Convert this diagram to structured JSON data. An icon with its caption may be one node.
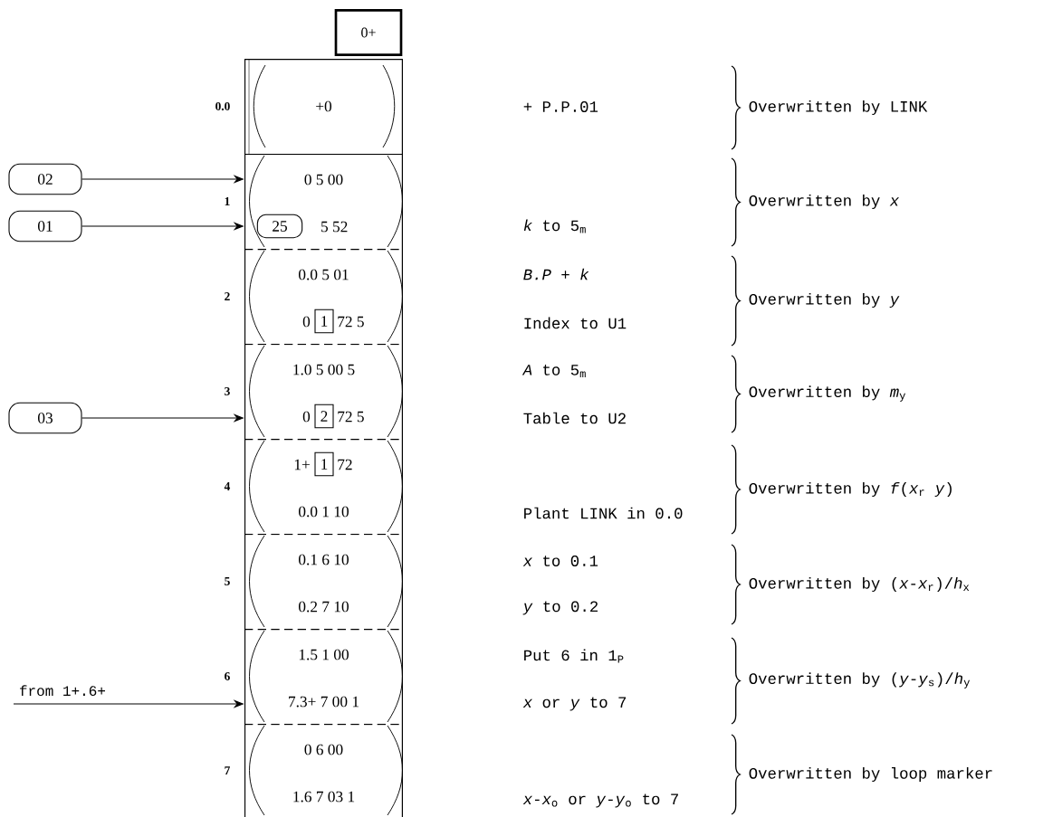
{
  "diagram": {
    "nodes": [
      {
        "text": [
          "0+"
        ]
      },
      {
        "text": [
          "+0"
        ],
        "beside": [
          "0.0"
        ]
      },
      {
        "text": [
          "02"
        ]
      },
      {
        "text": [
          "01"
        ]
      },
      {
        "text": [
          "0 5 00",
          "5 52"
        ],
        "beside": [
          "1"
        ]
      },
      {
        "text": [
          "25"
        ],
        "in": 4
      },
      {
        "text": [
          "0.0 5 01",
          "0",
          "72 5"
        ],
        "beside": [
          "2"
        ]
      },
      {
        "text": [
          "1"
        ],
        "in": 6
      },
      {
        "text": [
          "03"
        ]
      },
      {
        "text": [
          "1.0 5 00 5",
          "0",
          "72 5"
        ],
        "beside": [
          "3"
        ]
      },
      {
        "text": [
          "2"
        ],
        "in": 9
      },
      {
        "text": [
          "1+",
          "72",
          "0.0 1 10"
        ],
        "beside": [
          "4"
        ]
      },
      {
        "text": [
          "1"
        ],
        "in": 11
      },
      {
        "text": [
          "0.1 6 10",
          "0.2 7 10"
        ],
        "beside": [
          "5"
        ]
      },
      {
        "text": [
          "1.5 1 00",
          "7.3+ 7 00 1"
        ],
        "beside": [
          "6"
        ]
      },
      {
        "text": [
          "0 6 00",
          "1.6 7 03 1"
        ],
        "beside": [
          "7"
        ]
      }
    ],
    "edges": [
      {
        "from": 2,
        "to": 4,
        "arrow": "to"
      },
      {
        "from": 3,
        "to": 4,
        "arrow": "to"
      },
      {
        "from": 8,
        "to": 9,
        "arrow": "to"
      },
      {
        "from": null,
        "to": 14,
        "arrow": "to",
        "label": "from 1+.6+"
      }
    ],
    "labels": [
      "+ P.P.01",
      "*k* to 5$_{m}$",
      "*B.P* + *k*",
      "Index to U1",
      "*A* to 5$_{m}$",
      "Table to U2",
      "Plant LINK in 0.0",
      "*x* to 0.1",
      "*y* to 0.2",
      "Put 6 in 1$_{P}$",
      "*x* or *y* to 7",
      "*x*-*x*$_{o}$ or *y*-*y*$_{o}$ to 7",
      "Overwritten by LINK",
      "Overwritten by *x*",
      "Overwritten by *y*",
      "Overwritten by *m*$_{y}$",
      "Overwritten by *f*(*x*$_{r}$ *y*)",
      "Overwritten by (*x*-*x*$_{r}$)/*h*$_{x}$",
      "Overwritten by (*y*-*y*$_{s}$)/*h*$_{y}$",
      "Overwritten by loop marker"
    ]
  }
}
